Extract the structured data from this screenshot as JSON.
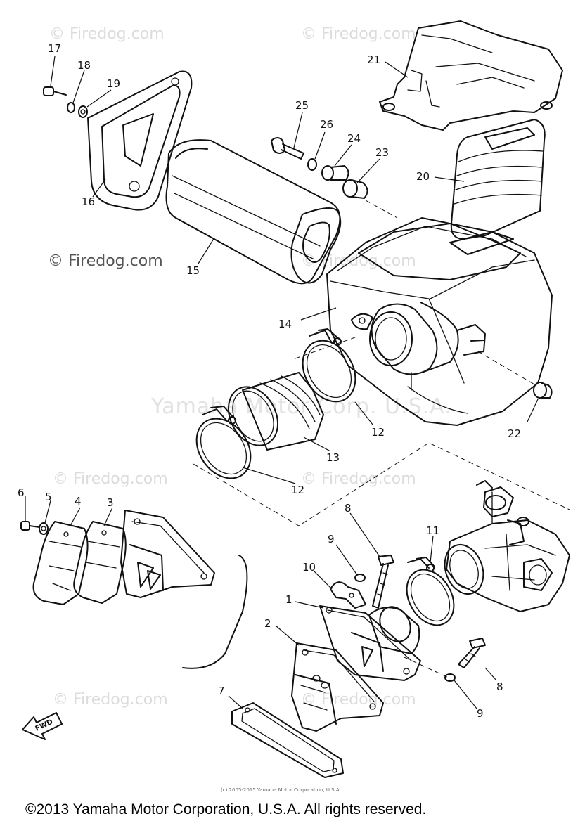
{
  "watermarks": {
    "firedog": "© Firedog.com",
    "center": "Yamaha Motor Corp. U.S.A."
  },
  "callouts": [
    "1",
    "2",
    "3",
    "4",
    "5",
    "6",
    "7",
    "8",
    "8",
    "9",
    "9",
    "10",
    "11",
    "12",
    "12",
    "13",
    "14",
    "15",
    "16",
    "17",
    "18",
    "19",
    "20",
    "21",
    "22",
    "23",
    "24",
    "25",
    "26"
  ],
  "fwd_arrow": "FWD",
  "footer": {
    "small_copyright": "(c) 2005-2015 Yamaha Motor Corporation, U.S.A.",
    "copyright": "©2013 Yamaha Motor Corporation, U.S.A. All rights reserved."
  }
}
